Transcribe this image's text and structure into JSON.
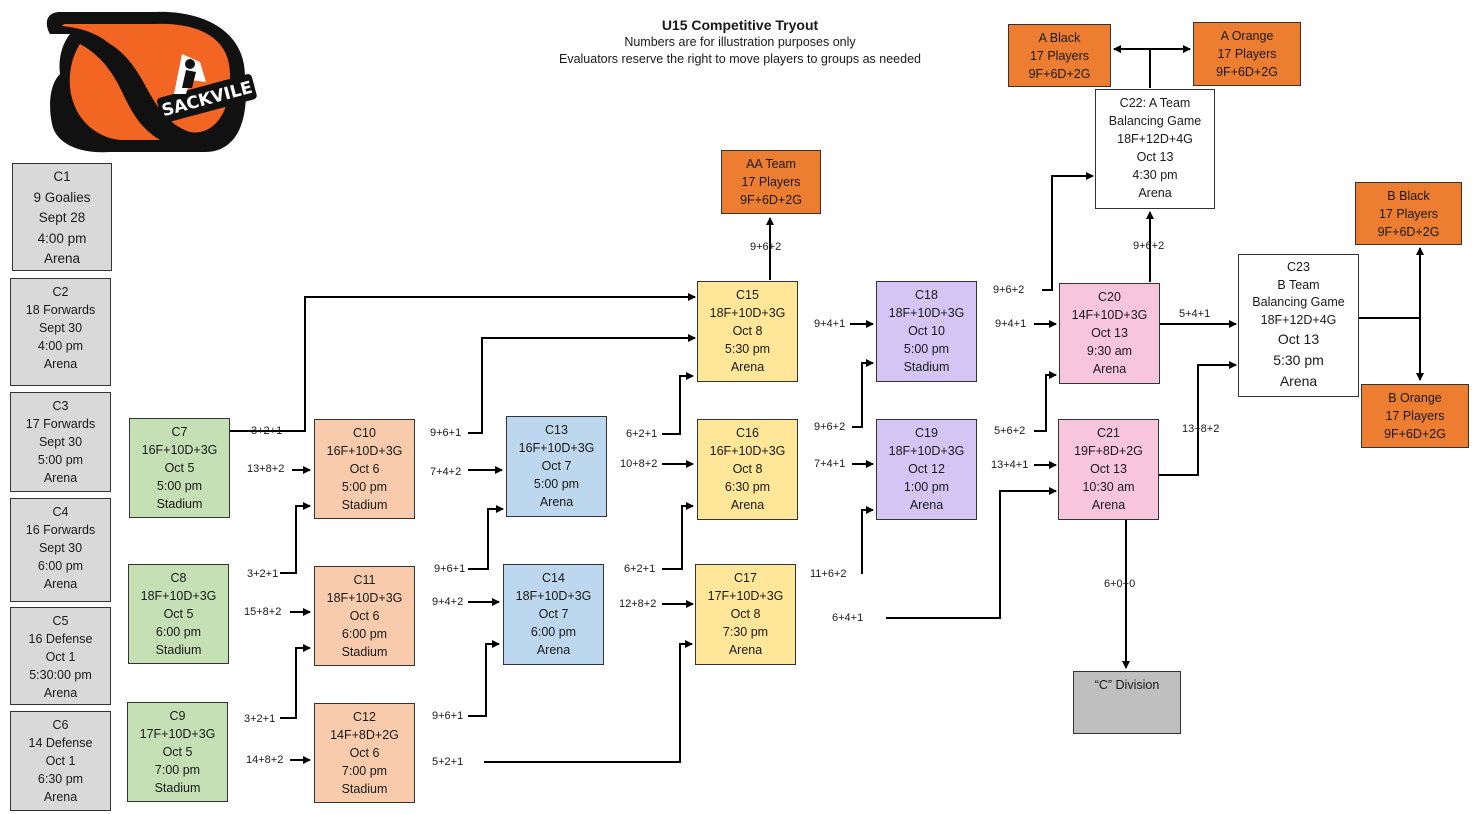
{
  "header": {
    "title": "U15 Competitive Tryout",
    "note1": "Numbers are for illustration purposes only",
    "note2": "Evaluators reserve the right to move players to groups as needed"
  },
  "logo": {
    "text": "SACKVILE"
  },
  "colors": {
    "grey": "#d9d9d9",
    "green": "#c5e0b4",
    "peach": "#f8cbad",
    "blue": "#bdd7ee",
    "yellow": "#ffe699",
    "purple": "#d5c5f5",
    "pink": "#f8c6dc",
    "orange": "#ed7d31",
    "logo_orange": "#f26522",
    "logo_black": "#111111"
  },
  "sessions": {
    "c1": [
      "C1",
      "9 Goalies",
      "Sept 28",
      "4:00 pm",
      "Arena"
    ],
    "c2": [
      "C2",
      "18 Forwards",
      "Sept 30",
      "4:00 pm",
      "Arena"
    ],
    "c3": [
      "C3",
      "17 Forwards",
      "Sept 30",
      "5:00 pm",
      "Arena"
    ],
    "c4": [
      "C4",
      "16 Forwards",
      "Sept 30",
      "6:00 pm",
      "Arena"
    ],
    "c5": [
      "C5",
      "16 Defense",
      "Oct 1",
      "5:30:00 pm",
      "Arena"
    ],
    "c6": [
      "C6",
      "14 Defense",
      "Oct 1",
      "6:30 pm",
      "Arena"
    ],
    "c7": [
      "C7",
      "16F+10D+3G",
      "Oct 5",
      "5:00 pm",
      "Stadium"
    ],
    "c8": [
      "C8",
      "18F+10D+3G",
      "Oct 5",
      "6:00 pm",
      "Stadium"
    ],
    "c9": [
      "C9",
      "17F+10D+3G",
      "Oct 5",
      "7:00 pm",
      "Stadium"
    ],
    "c10": [
      "C10",
      "16F+10D+3G",
      "Oct 6",
      "5:00 pm",
      "Stadium"
    ],
    "c11": [
      "C11",
      "18F+10D+3G",
      "Oct 6",
      "6:00 pm",
      "Stadium"
    ],
    "c12": [
      "C12",
      "14F+8D+2G",
      "Oct 6",
      "7:00 pm",
      "Stadium"
    ],
    "c13": [
      "C13",
      "16F+10D+3G",
      "Oct 7",
      "5:00 pm",
      "Arena"
    ],
    "c14": [
      "C14",
      "18F+10D+3G",
      "Oct 7",
      "6:00 pm",
      "Arena"
    ],
    "c15": [
      "C15",
      "18F+10D+3G",
      "Oct 8",
      "5:30 pm",
      "Arena"
    ],
    "c16": [
      "C16",
      "16F+10D+3G",
      "Oct 8",
      "6:30 pm",
      "Arena"
    ],
    "c17": [
      "C17",
      "17F+10D+3G",
      "Oct 8",
      "7:30 pm",
      "Arena"
    ],
    "c18": [
      "C18",
      "18F+10D+3G",
      "Oct 10",
      "5:00 pm",
      "Stadium"
    ],
    "c19": [
      "C19",
      "18F+10D+3G",
      "Oct 12",
      "1:00 pm",
      "Arena"
    ],
    "c20": [
      "C20",
      "14F+10D+3G",
      "Oct 13",
      "9:30 am",
      "Arena"
    ],
    "c21": [
      "C21",
      "19F+8D+2G",
      "Oct 13",
      "10:30 am",
      "Arena"
    ],
    "c22": [
      "C22: A Team",
      "Balancing Game",
      "18F+12D+4G",
      "Oct 13",
      "4:30 pm",
      "Arena"
    ],
    "c23": [
      "C23",
      "B Team",
      "Balancing Game",
      "18F+12D+4G",
      "Oct 13",
      "5:30 pm",
      "Arena"
    ]
  },
  "teams": {
    "aa": [
      "AA Team",
      "17 Players",
      "9F+6D+2G"
    ],
    "a_black": [
      "A Black",
      "17 Players",
      "9F+6D+2G"
    ],
    "a_orange": [
      "A Orange",
      "17 Players",
      "9F+6D+2G"
    ],
    "b_black": [
      "B Black",
      "17 Players",
      "9F+6D+2G"
    ],
    "b_orange": [
      "B Orange",
      "17 Players",
      "9F+6D+2G"
    ],
    "c_division": [
      "“C” Division"
    ]
  },
  "flows": {
    "c7_up": "3+2+1",
    "c7_right": "13+8+2",
    "c8_up": "3+2+1",
    "c8_right": "15+8+2",
    "c9_up": "3+2+1",
    "c9_right": "14+8+2",
    "c10_up": "9+6+1",
    "c10_right": "7+4+2",
    "c11_up": "9+6+1",
    "c11_right": "9+4+2",
    "c12_up": "9+6+1",
    "c12_right": "5+2+1",
    "c13_up": "6+2+1",
    "c13_right": "10+8+2",
    "c14_up": "6+2+1",
    "c14_right": "12+8+2",
    "c15_up": "9+6+2",
    "c15_right": "9+4+1",
    "c16_up": "9+6+2",
    "c16_right": "7+4+1",
    "c17_up": "11+6+2",
    "c17_right": "6+4+1",
    "c18_up": "9+6+2",
    "c18_right": "9+4+1",
    "c19_up": "5+6+2",
    "c19_right": "13+4+1",
    "c20_up": "9+6+2",
    "c20_right": "5+4+1",
    "c21_up": "13+8+2",
    "c21_down": "6+0+0"
  }
}
